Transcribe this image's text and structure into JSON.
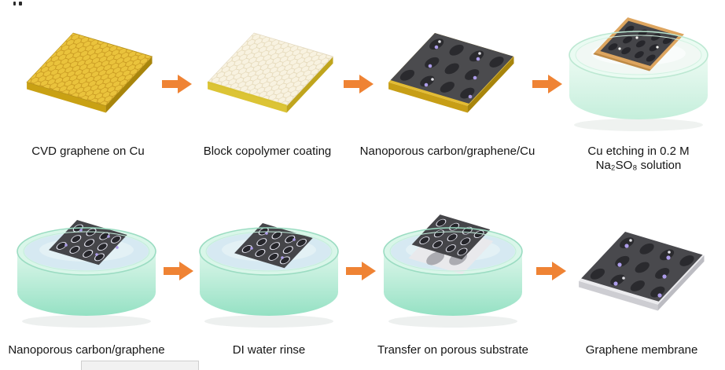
{
  "palette": {
    "arrow_orange": "#EF8334",
    "copper_gold": "#EAC33C",
    "graphene_dark": "#454549",
    "copper_tan": "#DDA55F",
    "dish_glass_green": "#A9E7CD",
    "water_blue": "#D7EAF3",
    "substrate_gray": "#EBEBEE",
    "hole_accent_purple": "#AD9DEB",
    "label_text": "#151515",
    "background": "#FFFFFF"
  },
  "steps": [
    {
      "label": "CVD graphene on Cu",
      "illustration": "gold-plate-with-hexagonal-graphene-lattice"
    },
    {
      "label": "Block copolymer coating",
      "illustration": "pale-copolymer-coated-plate"
    },
    {
      "label": "Nanoporous carbon/graphene/Cu",
      "illustration": "dark-nanoporous-film-on-copper-plate"
    },
    {
      "label": "Cu etching in 0.2 M\nNa₂SO₈ solution",
      "illustration": "petri-dish-film-on-copper-in-etchant"
    },
    {
      "label": "Nanoporous carbon/graphene",
      "illustration": "petri-dish-film-floating"
    },
    {
      "label": "DI water rinse",
      "illustration": "petri-dish-film-in-di-water"
    },
    {
      "label": "Transfer on porous substrate",
      "illustration": "petri-dish-film-on-porous-substrate"
    },
    {
      "label": "Graphene membrane",
      "illustration": "nanoporous-membrane-on-white-substrate"
    }
  ]
}
